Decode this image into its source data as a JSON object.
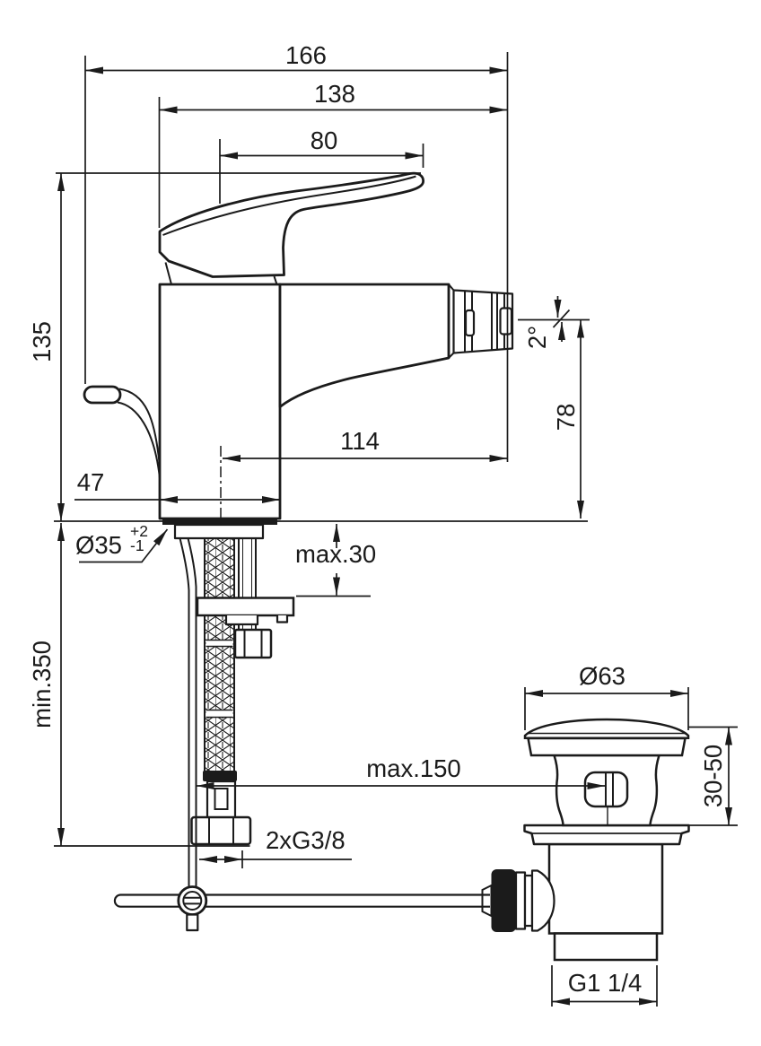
{
  "drawing": {
    "type": "technical-dimension-drawing",
    "subject": "single-lever bidet mixer with pop-up waste",
    "background": "#ffffff",
    "line_color": "#1b1b1b",
    "labels": {
      "overall_depth": "166",
      "spout_tip_depth": "138",
      "lever_length": "80",
      "height_above_deck": "135",
      "spout_reach": "114",
      "body_width": "47",
      "spout_height": "78",
      "spout_angle": "2°",
      "mounting_hole": "Ø35",
      "mounting_hole_tol_plus": "+2",
      "mounting_hole_tol_minus": "-1",
      "max_deck_thickness": "max.30",
      "min_hose_length": "min.350",
      "supply_connections": "2xG3/8",
      "max_rod_distance": "max.150",
      "waste_flange_dia": "Ø63",
      "waste_clamp_range": "30-50",
      "waste_thread": "G1 1/4"
    }
  }
}
